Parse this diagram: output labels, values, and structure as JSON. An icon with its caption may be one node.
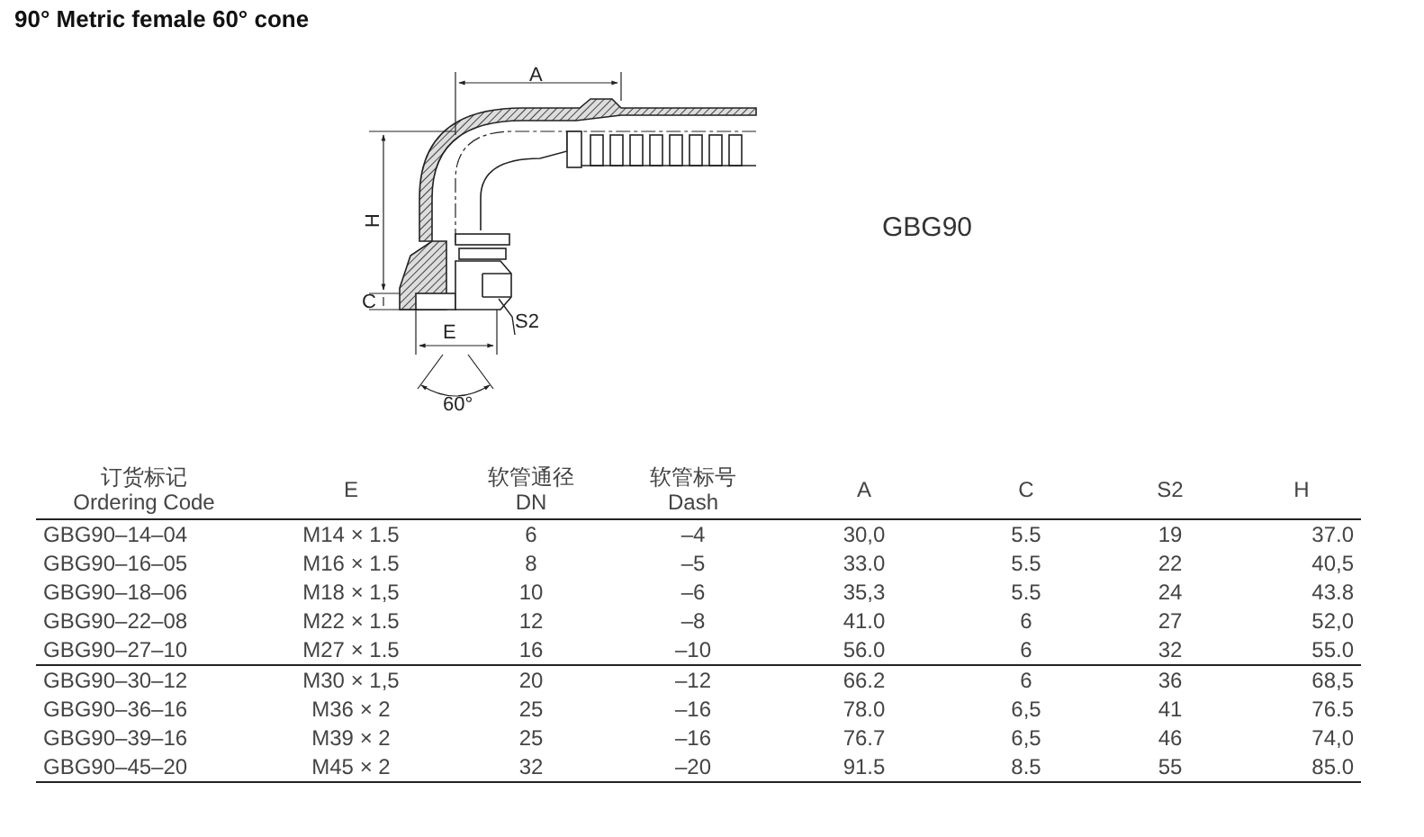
{
  "diagram": {
    "title": "90° Metric female 60° cone",
    "nodes": [
      {
        "text": [
          "S2"
        ]
      },
      {
        "text": [],
        "shape": "picture"
      }
    ],
    "edges": [
      {
        "from": 0,
        "to": 1,
        "arrow": "none"
      }
    ],
    "labels": [
      "A",
      "H",
      "C",
      "E",
      "60°",
      "GBG90",
      "订货标记",
      "Ordering Code",
      "E",
      "软管通径",
      "DN",
      "软管标号",
      "Dash",
      "A",
      "C",
      "S2",
      "H",
      "GBG90–14–04",
      "M14 × 1.5",
      "6",
      "–4",
      "30,0",
      "5.5",
      "19",
      "37.0",
      "GBG90–16–05",
      "M16 × 1.5",
      "8",
      "–5",
      "33.0",
      "5.5",
      "22",
      "40,5",
      "GBG90–18–06",
      "M18 × 1,5",
      "10",
      "–6",
      "35,3",
      "5.5",
      "24",
      "43.8",
      "GBG90–22–08",
      "M22 × 1.5",
      "12",
      "–8",
      "41.0",
      "6",
      "27",
      "52,0",
      "GBG90–27–10",
      "M27 × 1.5",
      "16",
      "–10",
      "56.0",
      "6",
      "32",
      "55.0",
      "GBG90–30–12",
      "M30 × 1,5",
      "20",
      "–12",
      "66.2",
      "6",
      "36",
      "68,5",
      "GBG90–36–16",
      "M36 × 2",
      "25",
      "–16",
      "78.0",
      "6,5",
      "41",
      "76.5",
      "GBG90–39–16",
      "M39 × 2",
      "25",
      "–16",
      "76.7",
      "6,5",
      "46",
      "74,0",
      "GBG90–45–20",
      "M45 × 2",
      "32",
      "–20",
      "91.5",
      "8.5",
      "55",
      "85.0"
    ]
  }
}
